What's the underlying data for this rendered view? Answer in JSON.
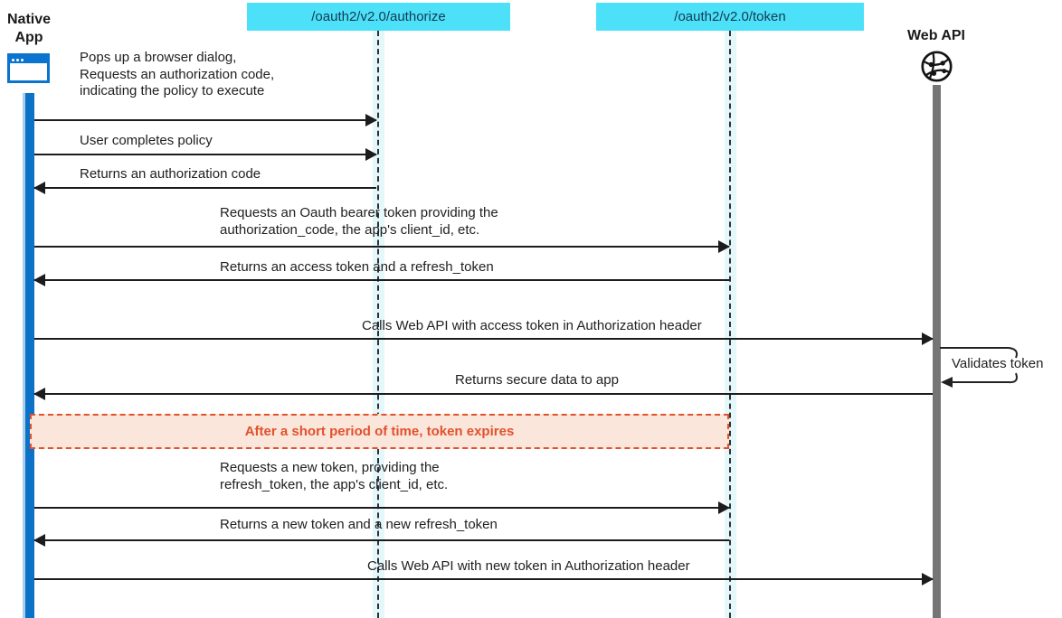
{
  "diagram": {
    "title_hint": "OAuth2 native app token flow sequence diagram",
    "participants": {
      "native_app": {
        "name_line1": "Native",
        "name_line2": "App",
        "icon": "browser-window-icon"
      },
      "authorize_endpoint": {
        "label": "/oauth2/v2.0/authorize"
      },
      "token_endpoint": {
        "label": "/oauth2/v2.0/token"
      },
      "web_api": {
        "label": "Web API",
        "icon": "globe-network-icon"
      }
    },
    "messages": [
      {
        "lines": [
          "Pops up a browser dialog,",
          "Requests an authorization code,",
          "indicating the policy to execute"
        ],
        "from": "Native App",
        "to": "/oauth2/v2.0/authorize",
        "direction": "right"
      },
      {
        "lines": [
          "User completes policy"
        ],
        "from": "Native App",
        "to": "/oauth2/v2.0/authorize",
        "direction": "right"
      },
      {
        "lines": [
          "Returns an authorization code"
        ],
        "from": "/oauth2/v2.0/authorize",
        "to": "Native App",
        "direction": "left"
      },
      {
        "lines": [
          "Requests an Oauth bearer token providing the",
          "authorization_code, the app's client_id, etc."
        ],
        "from": "Native App",
        "to": "/oauth2/v2.0/token",
        "direction": "right"
      },
      {
        "lines": [
          "Returns an access token and a refresh_token"
        ],
        "from": "/oauth2/v2.0/token",
        "to": "Native App",
        "direction": "left"
      },
      {
        "lines": [
          "Calls Web API with access token in Authorization header"
        ],
        "from": "Native App",
        "to": "Web API",
        "direction": "right"
      },
      {
        "lines": [
          "Validates token"
        ],
        "from": "Web API",
        "to": "Web API",
        "direction": "self"
      },
      {
        "lines": [
          "Returns secure data to app"
        ],
        "from": "Web API",
        "to": "Native App",
        "direction": "left"
      },
      {
        "lines": [
          "Requests a new token, providing the",
          "refresh_token, the app's client_id, etc."
        ],
        "from": "Native App",
        "to": "/oauth2/v2.0/token",
        "direction": "right"
      },
      {
        "lines": [
          "Returns a new token and a new refresh_token"
        ],
        "from": "/oauth2/v2.0/token",
        "to": "Native App",
        "direction": "left"
      },
      {
        "lines": [
          "Calls Web API with new token in Authorization header"
        ],
        "from": "Native App",
        "to": "Web API",
        "direction": "right"
      }
    ],
    "note": {
      "text": "After a short period of time, token expires"
    },
    "colors": {
      "endpoint_box_bg": "#4ce1f9",
      "endpoint_box_text": "#143a52",
      "lifeline_band": "#e4f7fb",
      "native_app_blue": "#0b72c8",
      "web_api_gray": "#757575",
      "arrow": "#1c1c1c",
      "note_bg": "#fbe6db",
      "note_accent": "#e2512c"
    }
  }
}
